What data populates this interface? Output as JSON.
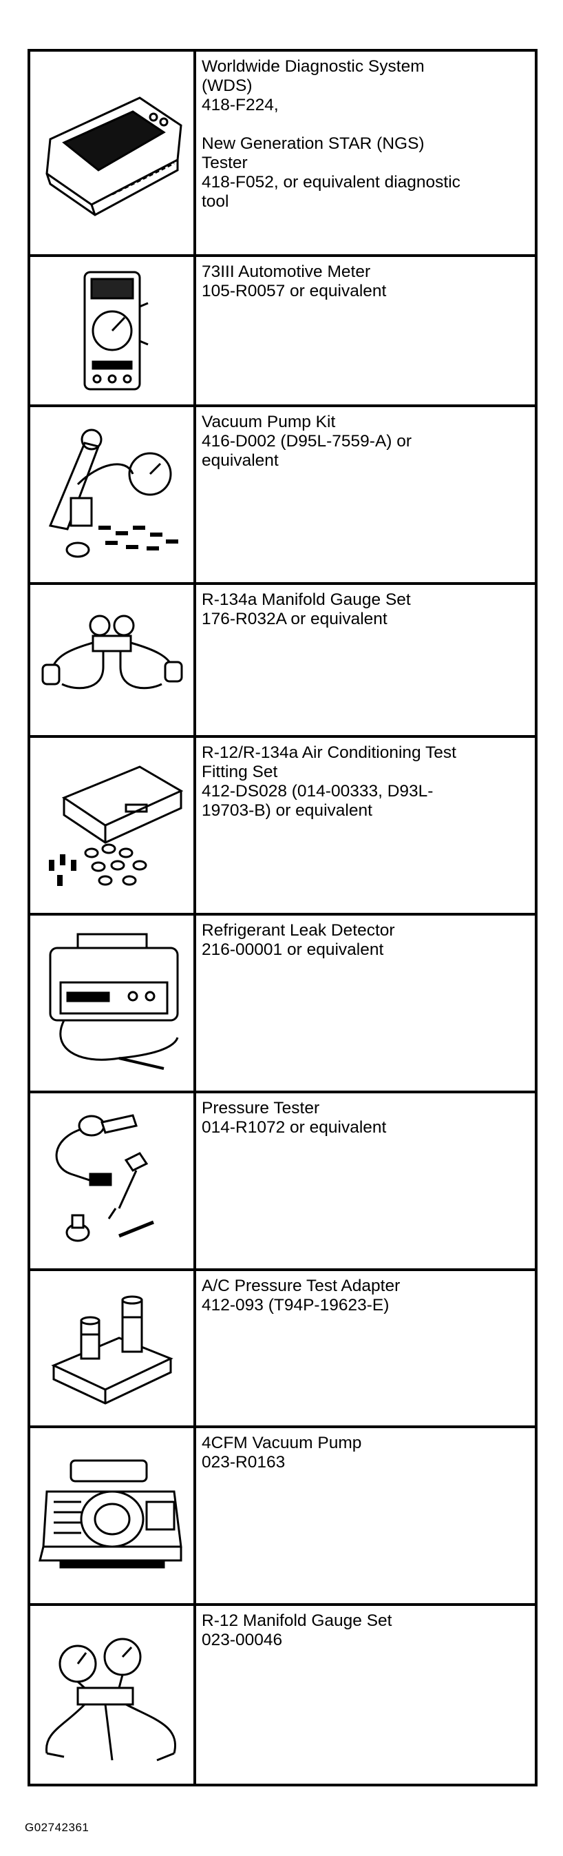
{
  "tools": [
    {
      "icon": "diagnostic-tester-icon",
      "lines": [
        "Worldwide Diagnostic System",
        "(WDS)",
        "418-F224,",
        "",
        "New Generation STAR (NGS)",
        "Tester",
        "418-F052, or equivalent diagnostic",
        "tool"
      ]
    },
    {
      "icon": "automotive-meter-icon",
      "lines": [
        "73III Automotive Meter",
        "105-R0057 or equivalent"
      ]
    },
    {
      "icon": "vacuum-pump-kit-icon",
      "lines": [
        "Vacuum Pump Kit",
        "416-D002 (D95L-7559-A) or",
        "equivalent"
      ]
    },
    {
      "icon": "manifold-gauge-set-icon",
      "lines": [
        "R-134a Manifold Gauge Set",
        "176-R032A or equivalent"
      ]
    },
    {
      "icon": "test-fitting-set-icon",
      "lines": [
        "R-12/R-134a Air Conditioning Test",
        "Fitting Set",
        "412-DS028 (014-00333, D93L-",
        "19703-B) or equivalent"
      ]
    },
    {
      "icon": "leak-detector-icon",
      "lines": [
        "Refrigerant Leak Detector",
        "216-00001 or equivalent"
      ]
    },
    {
      "icon": "pressure-tester-icon",
      "lines": [
        "Pressure Tester",
        "014-R1072 or equivalent"
      ]
    },
    {
      "icon": "pressure-test-adapter-icon",
      "lines": [
        "A/C Pressure Test Adapter",
        "412-093 (T94P-19623-E)"
      ]
    },
    {
      "icon": "vacuum-pump-icon",
      "lines": [
        "4CFM Vacuum Pump",
        "023-R0163"
      ]
    },
    {
      "icon": "r12-manifold-gauge-icon",
      "lines": [
        "R-12 Manifold Gauge Set",
        "023-00046"
      ]
    }
  ],
  "figure_id": "G02742361"
}
